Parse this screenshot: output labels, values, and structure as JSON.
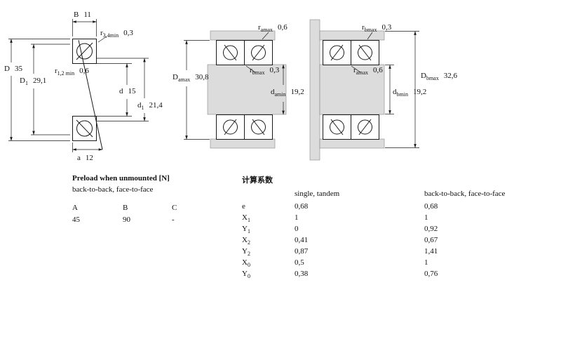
{
  "colors": {
    "line": "#1a1a1a",
    "shade": "#dcdcdc"
  },
  "dims_left": {
    "B": {
      "base": "B",
      "sub": "",
      "value": "11"
    },
    "r34": {
      "base": "r",
      "sub": "3,4min",
      "value": "0,3"
    },
    "D": {
      "base": "D",
      "sub": "",
      "value": "35"
    },
    "r12": {
      "base": "r",
      "sub": "1,2 min",
      "value": "0,6"
    },
    "D1": {
      "base": "D",
      "sub": "1",
      "value": "29,1"
    },
    "d": {
      "base": "d",
      "sub": "",
      "value": "15"
    },
    "d1": {
      "base": "d",
      "sub": "1",
      "value": "21,4"
    },
    "a": {
      "base": "a",
      "sub": "",
      "value": "12"
    }
  },
  "dims_middle": {
    "ramax": {
      "base": "r",
      "sub": "amax",
      "value": "0,6"
    },
    "Damax": {
      "base": "D",
      "sub": "amax",
      "value": "30,8"
    },
    "rbmax": {
      "base": "r",
      "sub": "bmax",
      "value": "0,3"
    },
    "damin": {
      "base": "d",
      "sub": "amin",
      "value": "19,2"
    }
  },
  "dims_right": {
    "rbmax": {
      "base": "r",
      "sub": "bmax",
      "value": "0,3"
    },
    "ramax": {
      "base": "r",
      "sub": "amax",
      "value": "0,6"
    },
    "Dbmax": {
      "base": "D",
      "sub": "bmax",
      "value": "32,6"
    },
    "dbmin": {
      "base": "d",
      "sub": "bmin",
      "value": "19,2"
    }
  },
  "preload": {
    "title": "Preload when unmounted [N]",
    "subtitle": "back-to-back, face-to-face",
    "columns": [
      "A",
      "B",
      "C"
    ],
    "values": [
      "45",
      "90",
      "-"
    ]
  },
  "factors": {
    "title": "计算系数",
    "col1_header": "single, tandem",
    "col2_header": "back-to-back, face-to-face",
    "rows": [
      {
        "base": "e",
        "sub": "",
        "v1": "0,68",
        "v2": "0,68"
      },
      {
        "base": "X",
        "sub": "1",
        "v1": "1",
        "v2": "1"
      },
      {
        "base": "Y",
        "sub": "1",
        "v1": "0",
        "v2": "0,92"
      },
      {
        "base": "X",
        "sub": "2",
        "v1": "0,41",
        "v2": "0,67"
      },
      {
        "base": "Y",
        "sub": "2",
        "v1": "0,87",
        "v2": "1,41"
      },
      {
        "base": "X",
        "sub": "0",
        "v1": "0,5",
        "v2": "1"
      },
      {
        "base": "Y",
        "sub": "0",
        "v1": "0,38",
        "v2": "0,76"
      }
    ]
  }
}
